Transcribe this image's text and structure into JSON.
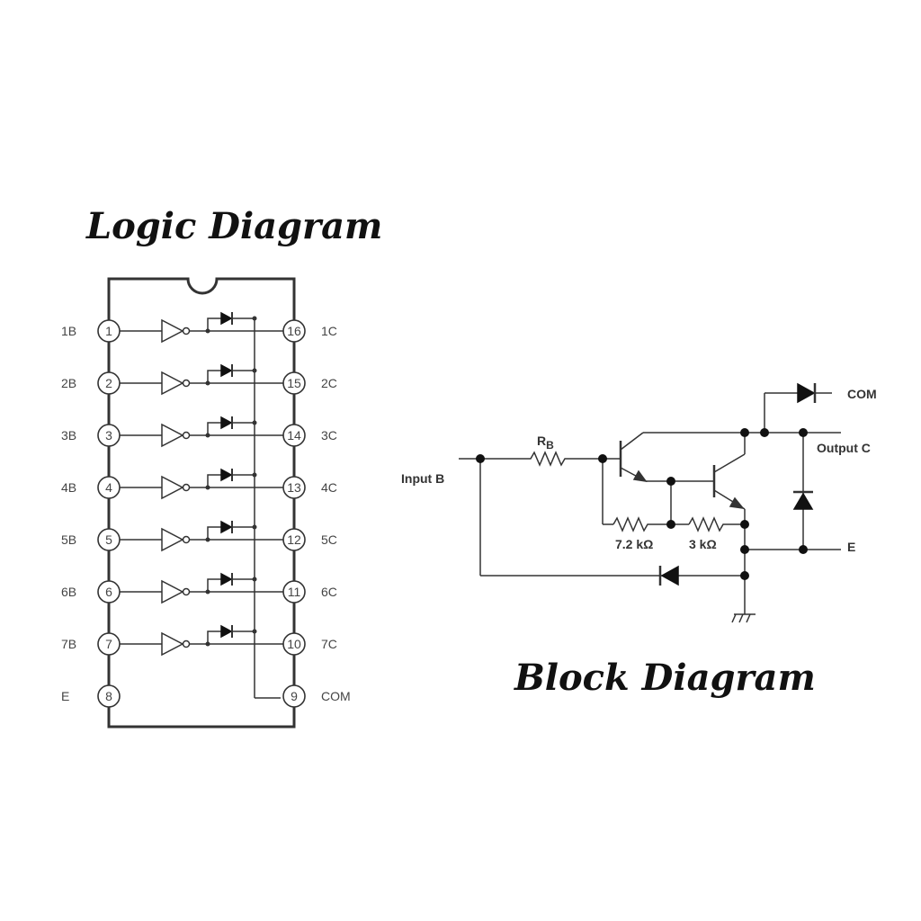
{
  "titles": {
    "logic": "Logic Diagram",
    "block": "Block Diagram"
  },
  "logic_diagram": {
    "left_pins": [
      {
        "number": "1",
        "label": "1B"
      },
      {
        "number": "2",
        "label": "2B"
      },
      {
        "number": "3",
        "label": "3B"
      },
      {
        "number": "4",
        "label": "4B"
      },
      {
        "number": "5",
        "label": "5B"
      },
      {
        "number": "6",
        "label": "6B"
      },
      {
        "number": "7",
        "label": "7B"
      },
      {
        "number": "8",
        "label": "E"
      }
    ],
    "right_pins": [
      {
        "number": "16",
        "label": "1C"
      },
      {
        "number": "15",
        "label": "2C"
      },
      {
        "number": "14",
        "label": "3C"
      },
      {
        "number": "13",
        "label": "4C"
      },
      {
        "number": "12",
        "label": "5C"
      },
      {
        "number": "11",
        "label": "6C"
      },
      {
        "number": "10",
        "label": "7C"
      },
      {
        "number": "9",
        "label": "COM"
      }
    ]
  },
  "block_diagram": {
    "input_label": "Input B",
    "rb_label": "R",
    "rb_subscript": "B",
    "r1_label": "7.2 kΩ",
    "r2_label": "3 kΩ",
    "com_label": "COM",
    "output_label": "Output C",
    "e_label": "E"
  }
}
